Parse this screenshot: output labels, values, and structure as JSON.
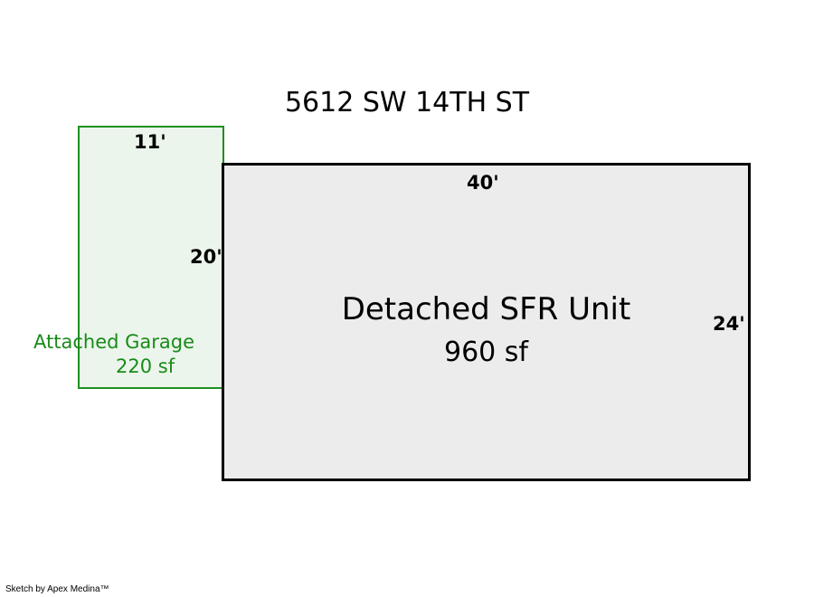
{
  "title": "5612 SW 14TH ST",
  "garage": {
    "name": "Attached Garage",
    "area": "220 sf",
    "width_label": "11'",
    "depth_label": "20'"
  },
  "house": {
    "name": "Detached SFR Unit",
    "area": "960 sf",
    "width_label": "40'",
    "depth_label": "24'"
  },
  "credit": "Sketch by Apex Medina™",
  "colors": {
    "garage_border": "#1f8f1f",
    "garage_fill": "#ebf5eb",
    "house_fill": "#ececec",
    "garage_text": "#1a8a1a"
  }
}
